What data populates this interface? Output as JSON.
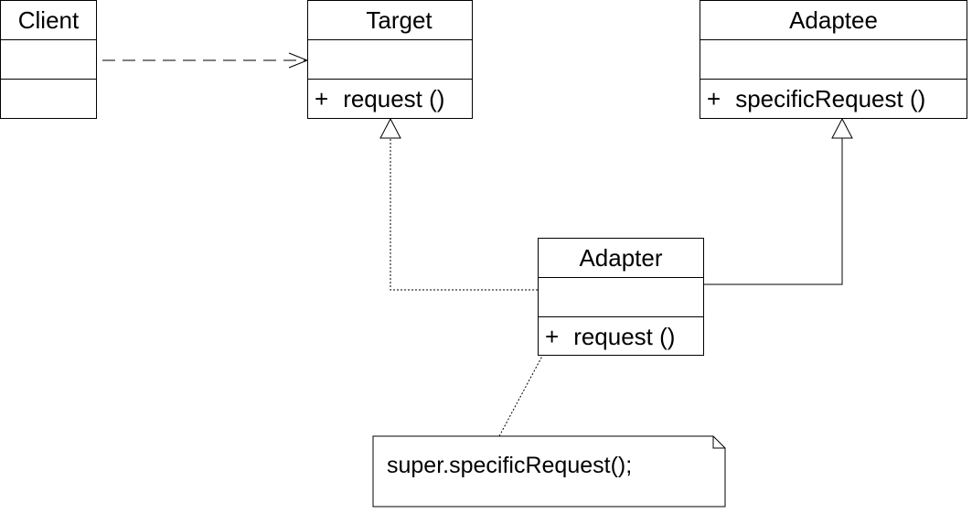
{
  "diagram": {
    "client": {
      "name": "Client"
    },
    "target": {
      "name": "Target",
      "interface_icon": "interface-lollipop-icon",
      "operation": {
        "visibility": "+",
        "name": "request ()"
      }
    },
    "adaptee": {
      "name": "Adaptee",
      "operation": {
        "visibility": "+",
        "name": "specificRequest ()"
      }
    },
    "adapter": {
      "name": "Adapter",
      "operation": {
        "visibility": "+",
        "name": "request ()"
      }
    },
    "note": {
      "text": "super.specificRequest();"
    },
    "relationships": [
      {
        "from": "Client",
        "to": "Target",
        "kind": "dependency"
      },
      {
        "from": "Adapter",
        "to": "Target",
        "kind": "realization"
      },
      {
        "from": "Adapter",
        "to": "Adaptee",
        "kind": "generalization"
      },
      {
        "from": "note",
        "to": "Adapter",
        "kind": "note-anchor"
      }
    ]
  }
}
